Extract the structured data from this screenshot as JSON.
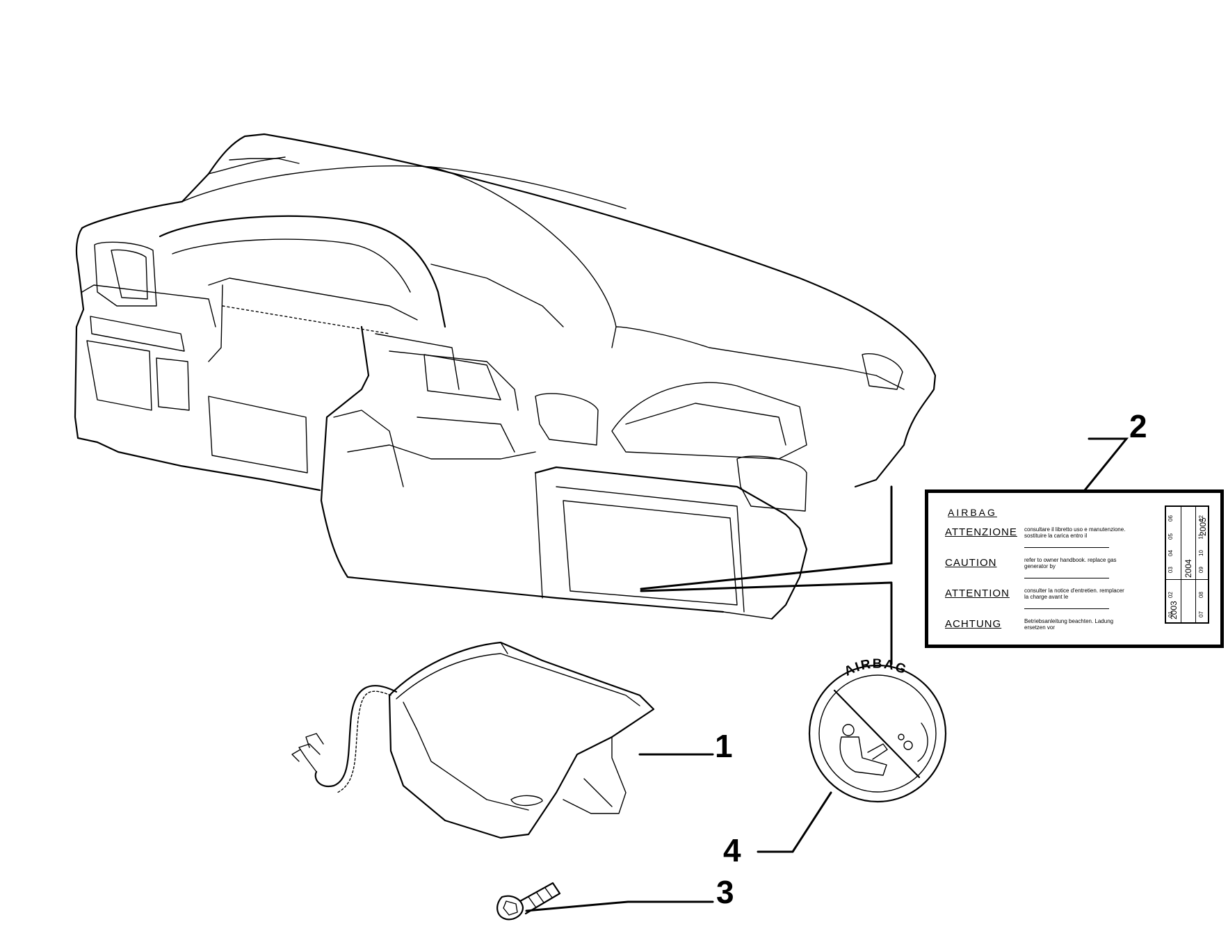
{
  "callouts": {
    "part1": "1",
    "part2": "2",
    "part3": "3",
    "part4": "4"
  },
  "label": {
    "title": "AIRBAG",
    "rows": [
      {
        "head": "ATTENZIONE",
        "text": "consultare il libretto uso e manutenzione. sostituire la carica entro il"
      },
      {
        "head": "CAUTION",
        "text": "refer to owner handbook. replace gas generator by"
      },
      {
        "head": "ATTENTION",
        "text": "consulter la notice d'entretien. remplacer la charge avant le"
      },
      {
        "head": "ACHTUNG",
        "text": "Betriebsanleitung beachten. Ladung ersetzen vor"
      }
    ],
    "years": [
      "2003",
      "2004",
      "2005"
    ],
    "months": [
      [
        "01",
        "02",
        "03",
        "04",
        "05",
        "06"
      ],
      [
        "07",
        "08",
        "09",
        "10",
        "11",
        "12"
      ]
    ]
  },
  "sticker": {
    "text": "AIRBAG"
  }
}
